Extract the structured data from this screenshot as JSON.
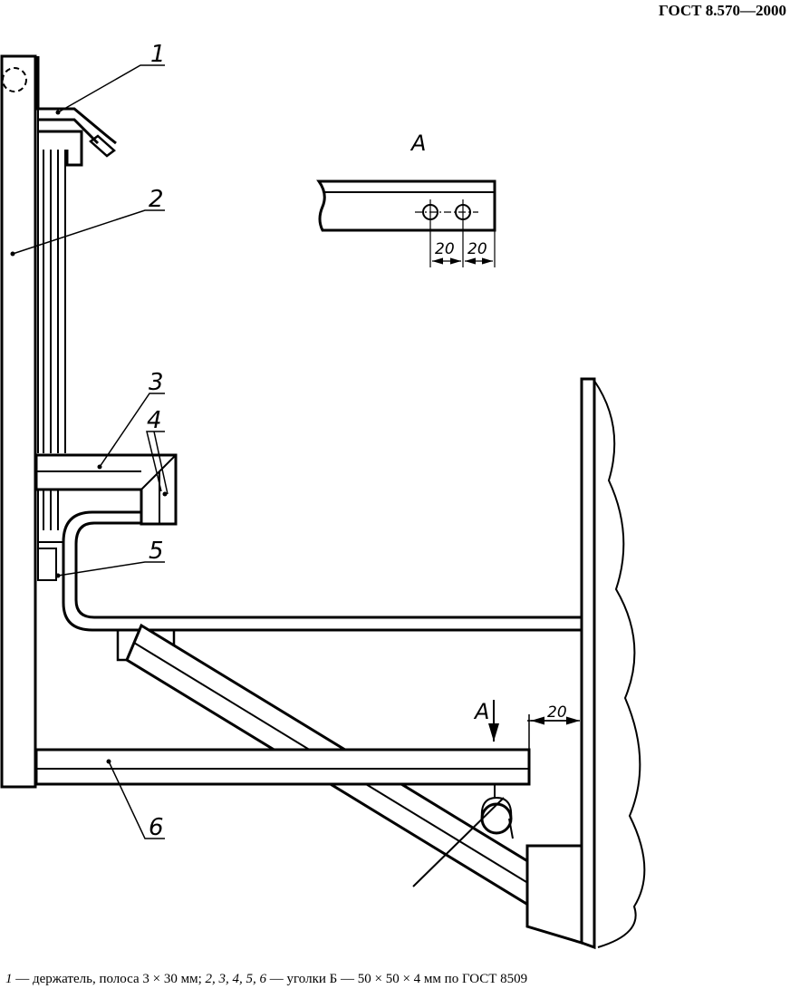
{
  "header": {
    "standard": "ГОСТ 8.570—2000"
  },
  "labels": {
    "l1": "1",
    "l2": "2",
    "l3": "3",
    "l4": "4",
    "l5": "5",
    "l6": "6",
    "viewA": "A",
    "arrowA": "A"
  },
  "dimensions": {
    "d1": "20",
    "d2": "20",
    "d3": "20"
  },
  "caption": {
    "n1": "1",
    "t1": " — держатель, полоса 3 × 30  мм; ",
    "nums": "2,  3,  4,  5,  6",
    "t2": " — уголки Б — 50 × 50 × 4  мм по ГОСТ  8509"
  }
}
